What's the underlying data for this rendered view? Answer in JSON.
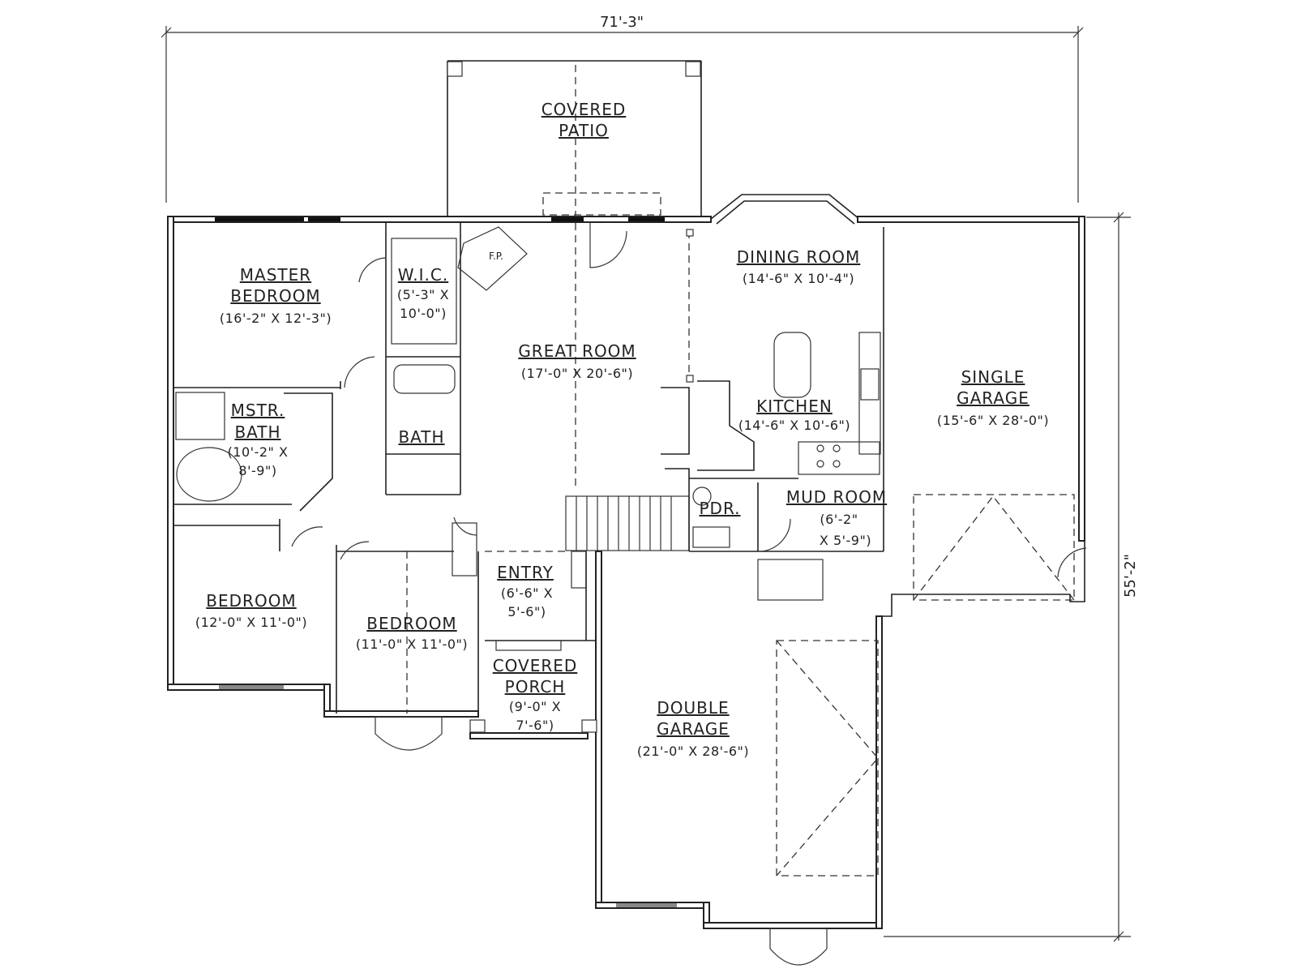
{
  "dimensions": {
    "overall_width": "71'-3\"",
    "overall_depth": "55'-2\""
  },
  "rooms": {
    "covered_patio": {
      "name_line1": "COVERED",
      "name_line2": "PATIO"
    },
    "master_bedroom": {
      "name_line1": "MASTER",
      "name_line2": "BEDROOM",
      "size": "(16'-2\" X 12'-3\")"
    },
    "wic": {
      "name": "W.I.C.",
      "size_line1": "(5'-3\" X",
      "size_line2": "10'-0\")"
    },
    "great_room": {
      "name": "GREAT ROOM",
      "size": "(17'-0\" X 20'-6\")"
    },
    "dining_room": {
      "name": "DINING ROOM",
      "size": "(14'-6\" X 10'-4\")"
    },
    "kitchen": {
      "name": "KITCHEN",
      "size": "(14'-6\" X 10'-6\")"
    },
    "single_garage": {
      "name_line1": "SINGLE",
      "name_line2": "GARAGE",
      "size": "(15'-6\" X 28'-0\")"
    },
    "master_bath": {
      "name_line1": "MSTR.",
      "name_line2": "BATH",
      "size_line1": "(10'-2\" X",
      "size_line2": "8'-9\")"
    },
    "bath": {
      "name": "BATH"
    },
    "powder": {
      "name": "PDR."
    },
    "mud_room": {
      "name": "MUD ROOM",
      "size_line1": "(6'-2\"",
      "size_line2": "X 5'-9\")"
    },
    "fireplace": {
      "name": "F.P."
    },
    "bedroom_1": {
      "name": "BEDROOM",
      "size": "(12'-0\" X 11'-0\")"
    },
    "bedroom_2": {
      "name": "BEDROOM",
      "size": "(11'-0\" X 11'-0\")"
    },
    "entry": {
      "name": "ENTRY",
      "size_line1": "(6'-6\" X",
      "size_line2": "5'-6\")"
    },
    "covered_porch": {
      "name_line1": "COVERED",
      "name_line2": "PORCH",
      "size_line1": "(9'-0\" X",
      "size_line2": "7'-6\")"
    },
    "double_garage": {
      "name_line1": "DOUBLE",
      "name_line2": "GARAGE",
      "size": "(21'-0\" X 28'-6\")"
    }
  }
}
